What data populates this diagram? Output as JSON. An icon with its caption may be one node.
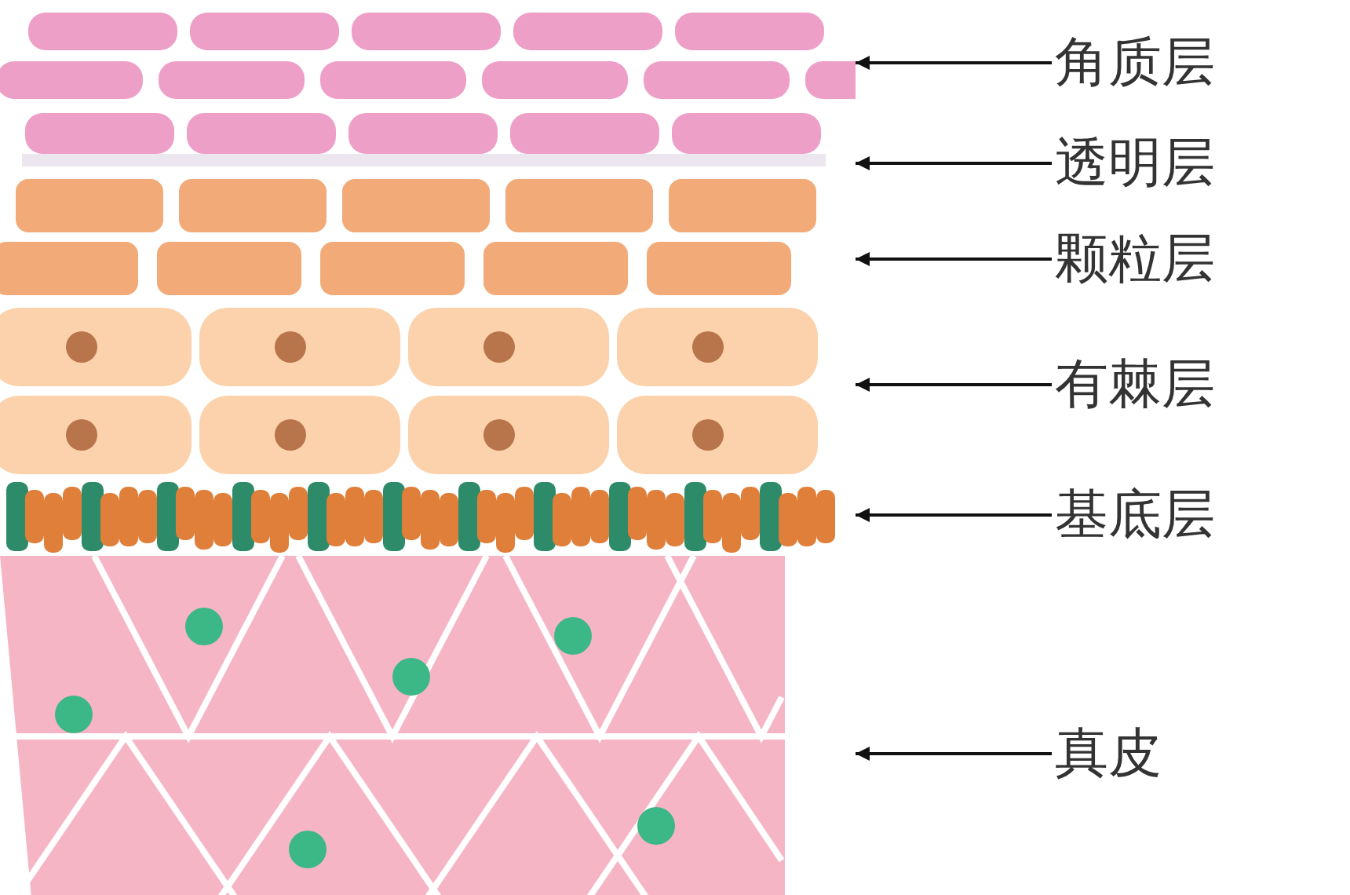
{
  "diagram": {
    "nodes": [
      {
        "text": [],
        "shape": "picture"
      },
      {
        "text": [],
        "shape": "picture"
      },
      {
        "text": [],
        "shape": "picture"
      },
      {
        "text": [],
        "shape": "picture"
      },
      {
        "text": [],
        "shape": "picture"
      },
      {
        "text": [],
        "shape": "picture"
      },
      {
        "text": [
          "角质层"
        ]
      },
      {
        "text": [
          "透明层"
        ]
      },
      {
        "text": [
          "颗粒层"
        ]
      },
      {
        "text": [
          "有棘层"
        ]
      },
      {
        "text": [
          "基底层"
        ]
      },
      {
        "text": [
          "真皮"
        ]
      }
    ],
    "edges": [
      {
        "from": 6,
        "to": 0,
        "arrow": "to"
      },
      {
        "from": 7,
        "to": 1,
        "arrow": "to"
      },
      {
        "from": 8,
        "to": 2,
        "arrow": "to"
      },
      {
        "from": 9,
        "to": 3,
        "arrow": "to"
      },
      {
        "from": 10,
        "to": 4,
        "arrow": "to"
      },
      {
        "from": 11,
        "to": 5,
        "arrow": "to"
      }
    ]
  }
}
